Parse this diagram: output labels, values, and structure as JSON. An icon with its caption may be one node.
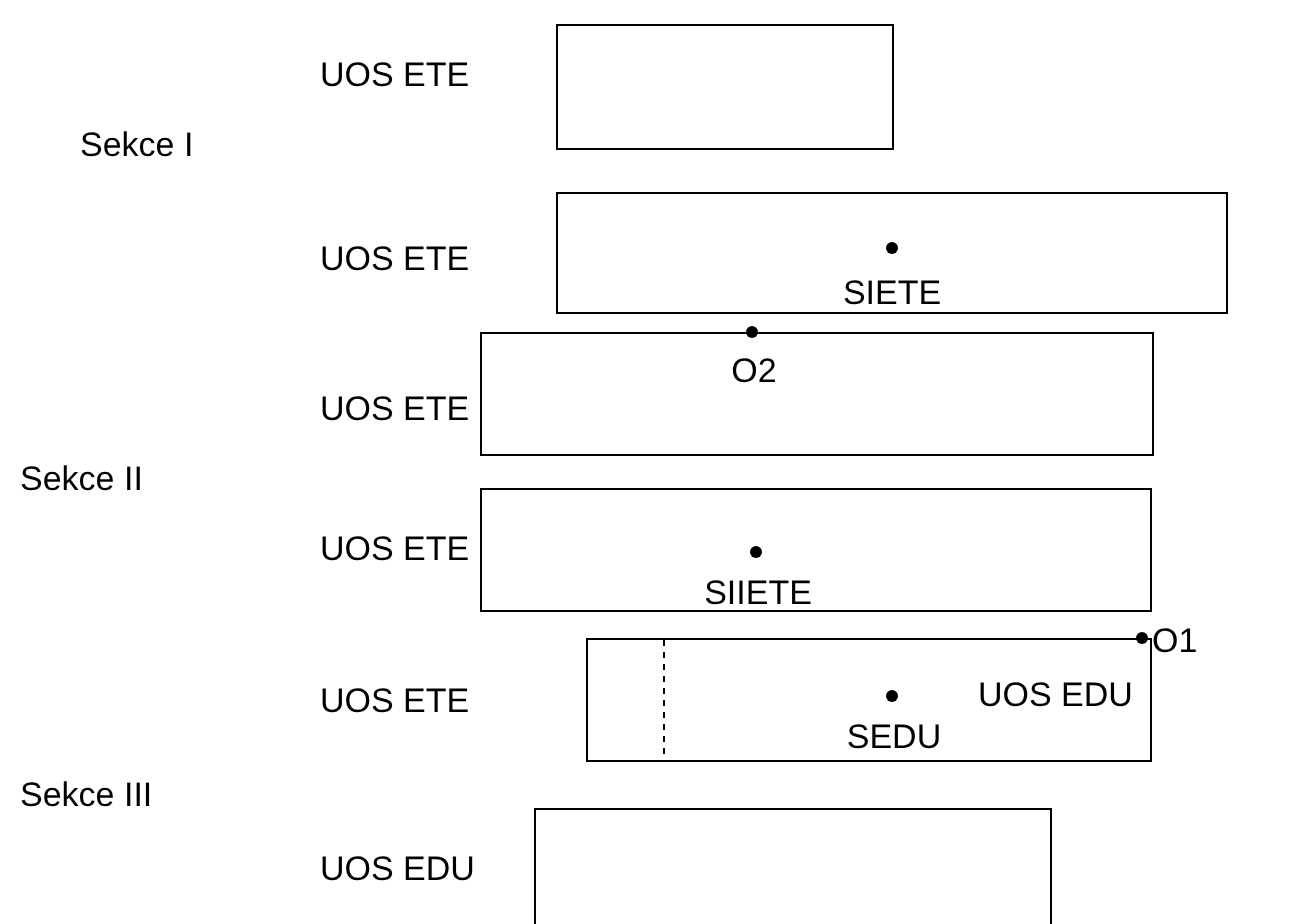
{
  "diagram": {
    "nodes": [
      {
        "text": [],
        "shape": "box",
        "beside": [
          "UOS ETE"
        ]
      },
      {
        "text": [
          "SIETE"
        ],
        "beside": [
          "UOS ETE"
        ]
      },
      {
        "text": [
          "O2"
        ],
        "beside": [
          "UOS ETE"
        ]
      },
      {
        "text": [
          "SIIETE"
        ],
        "beside": [
          "UOS ETE"
        ]
      },
      {
        "text": [
          "SEDU",
          "UOS EDU"
        ],
        "beside": [
          "UOS ETE"
        ]
      },
      {
        "text": [],
        "shape": "box",
        "beside": [
          "UOS EDU"
        ]
      }
    ],
    "edges": [],
    "labels": [
      "Sekce I",
      "Sekce II",
      "Sekce III",
      "O1"
    ]
  }
}
